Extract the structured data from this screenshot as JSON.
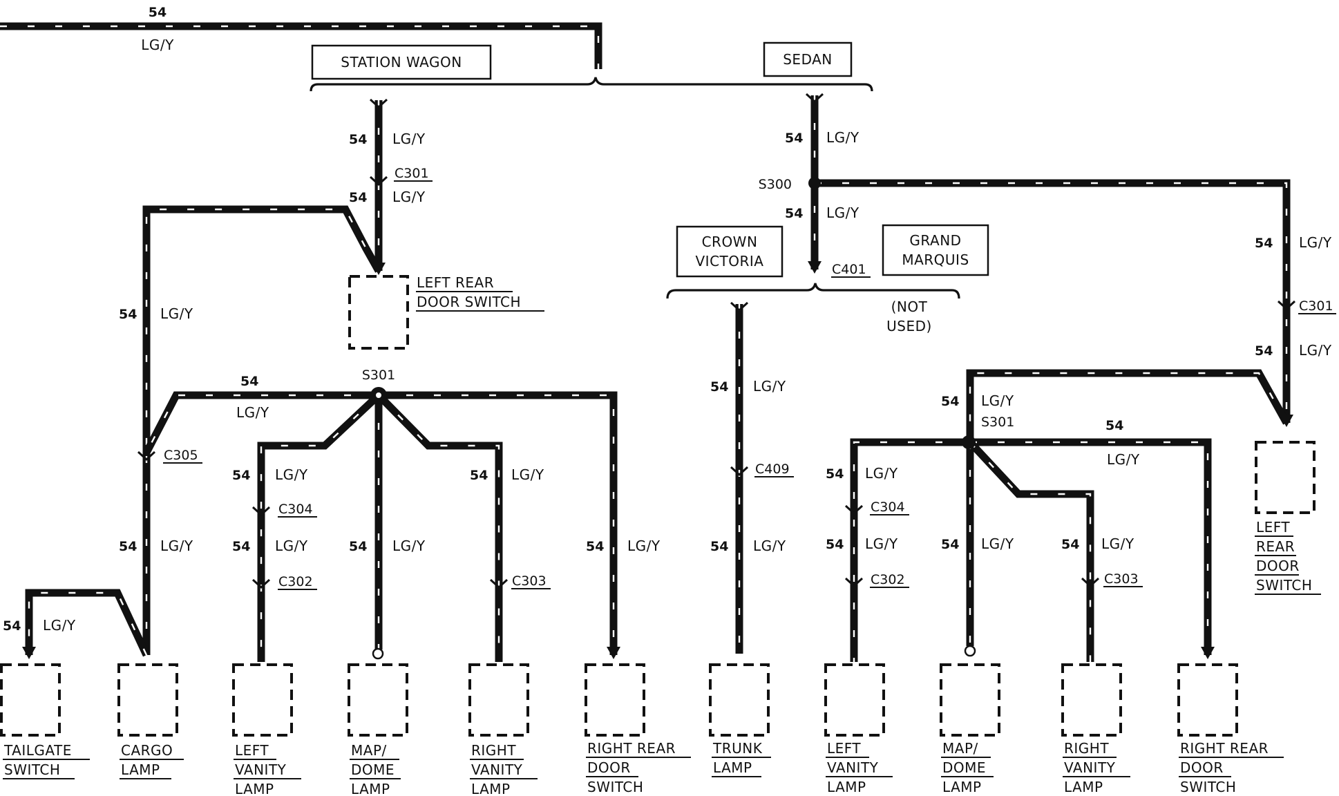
{
  "wire": {
    "circuit": "54",
    "color": "LG/Y"
  },
  "variants": {
    "station_wagon": "STATION WAGON",
    "sedan": "SEDAN",
    "crown_victoria": [
      "CROWN",
      "VICTORIA"
    ],
    "grand_marquis": [
      "GRAND",
      "MARQUIS"
    ],
    "not_used": [
      "(NOT",
      "USED)"
    ]
  },
  "connectors": {
    "c301": "C301",
    "c305": "C305",
    "c304": "C304",
    "c302": "C302",
    "c303": "C303",
    "c401": "C401",
    "c409": "C409"
  },
  "splices": {
    "s300": "S300",
    "s301": "S301"
  },
  "components": {
    "left_rear_door_switch_wagon": [
      "LEFT REAR",
      "DOOR SWITCH"
    ],
    "tailgate_switch": [
      "TAILGATE",
      "SWITCH"
    ],
    "cargo_lamp": [
      "CARGO",
      "LAMP"
    ],
    "left_vanity_lamp": [
      "LEFT",
      "VANITY",
      "LAMP"
    ],
    "map_dome_lamp": [
      "MAP/",
      "DOME",
      "LAMP"
    ],
    "right_vanity_lamp": [
      "RIGHT",
      "VANITY",
      "LAMP"
    ],
    "right_rear_door_switch": [
      "RIGHT REAR",
      "DOOR",
      "SWITCH"
    ],
    "trunk_lamp": [
      "TRUNK",
      "LAMP"
    ],
    "left_rear_door_switch_sedan": [
      "LEFT",
      "REAR",
      "DOOR",
      "SWITCH"
    ]
  }
}
